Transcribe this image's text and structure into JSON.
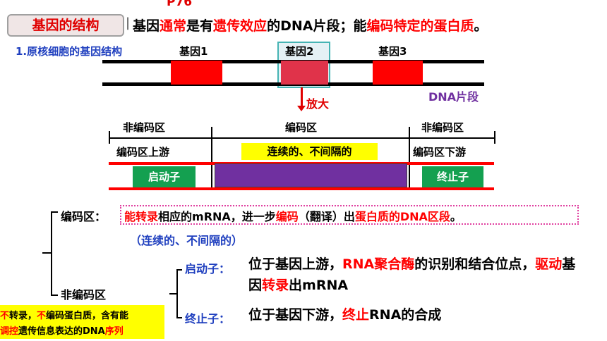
{
  "page_number": "P76",
  "title": "基因的结构",
  "definition": {
    "prefix": "基因",
    "w1": "通常",
    "mid1": "是有",
    "w2": "遗传效应",
    "mid2": "的DNA片段；能",
    "w3": "编码特定的蛋白质",
    "end": "。"
  },
  "section1_title": "1.原核细胞的基因结构",
  "genes": [
    "基因1",
    "基因2",
    "基因3"
  ],
  "dna_segment_label": "DNA片段",
  "enlarge_label": "放大",
  "regions": {
    "noncoding_left": "非编码区",
    "coding": "编码区",
    "noncoding_right": "非编码区",
    "upstream": "编码区上游",
    "continuous": "连续的、不间隔的",
    "downstream": "编码区下游",
    "promoter": "启动子",
    "terminator": "终止子"
  },
  "coding": {
    "head": "编码区：",
    "r1": "能转录",
    "t1": "相应的mRNA，进一步",
    "r2": "编码",
    "t2": "（翻译）出",
    "r3": "蛋白质的DNA区段",
    "t3": "。",
    "note": "（连续的、不间隔的）"
  },
  "noncoding_head": "非编码区",
  "promoter": {
    "head": "启动子：",
    "t1": "位于基因上游，",
    "r1": "RNA聚合酶",
    "t2": "的识别和结合位点，",
    "r2": "驱动",
    "t3": "基因",
    "r3": "转录",
    "t4": "出mRNA"
  },
  "terminator": {
    "head": "终止子：",
    "t1": "位于基因下游，",
    "r1": "终止",
    "t2": "RNA的合成"
  },
  "note": {
    "r1": "不",
    "t1": "转录，",
    "r2": "不",
    "t2": "编码蛋白质，含有能",
    "r3": "调控",
    "t3": "遗传信息表达的DNA",
    "r4": "序列"
  }
}
